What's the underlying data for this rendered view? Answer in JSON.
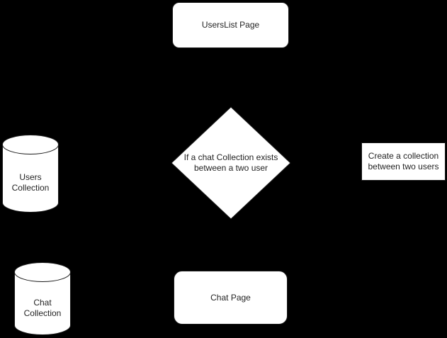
{
  "colors": {
    "background": "#000000",
    "shape_fill": "#ffffff",
    "shape_stroke": "#1a1a1a",
    "text": "#242424"
  },
  "nodes": {
    "userslist_page": {
      "label": "UsersList Page"
    },
    "decision": {
      "line1": "If a chat Collection exists",
      "line2": "between a two user"
    },
    "create_collection": {
      "line1": "Create a collection",
      "line2": "between two users"
    },
    "users_collection": {
      "line1": "Users",
      "line2": "Collection"
    },
    "chat_collection": {
      "line1": "Chat",
      "line2": "Collection"
    },
    "chat_page": {
      "label": "Chat Page"
    }
  }
}
